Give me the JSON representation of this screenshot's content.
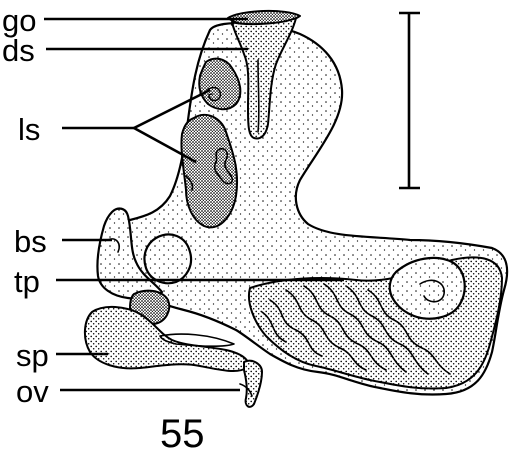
{
  "figure": {
    "labels": {
      "go": "go",
      "ds": "ds",
      "ls": "ls",
      "bs": "bs",
      "tp": "tp",
      "sp": "sp",
      "ov": "ov"
    },
    "figure_number": "55",
    "ink_color": "#000000",
    "background_color": "#ffffff"
  }
}
